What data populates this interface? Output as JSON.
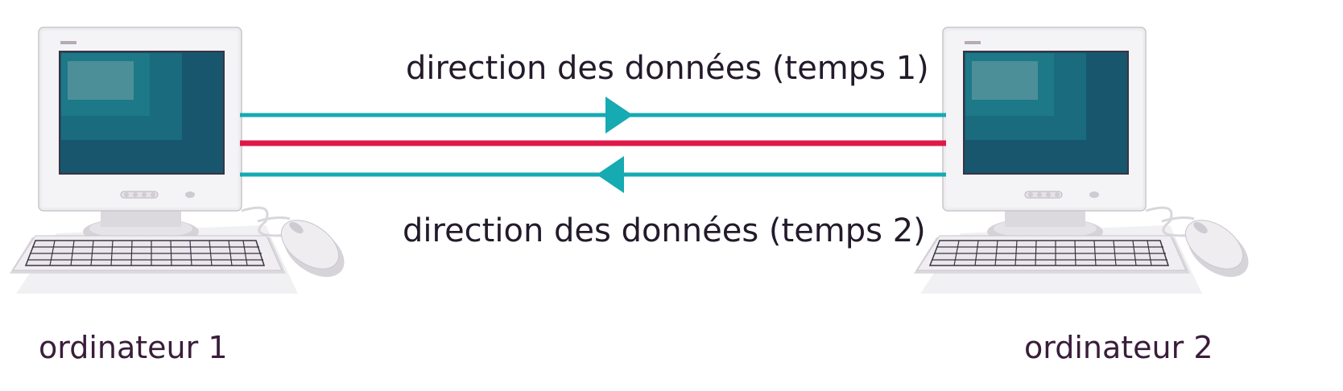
{
  "diagram": {
    "computers": [
      {
        "id": "left",
        "label": "ordinateur 1"
      },
      {
        "id": "right",
        "label": "ordinateur 2"
      }
    ],
    "flows": [
      {
        "label": "direction des données (temps 1)",
        "direction": "left-to-right"
      },
      {
        "label": "direction des données (temps 2)",
        "direction": "right-to-left"
      }
    ],
    "colors": {
      "flow_line": "#16aab2",
      "center_line": "#e0184a",
      "screen": "#1a6b7e",
      "casing": "#eeecef",
      "label_text": "#3a1d3a"
    }
  }
}
